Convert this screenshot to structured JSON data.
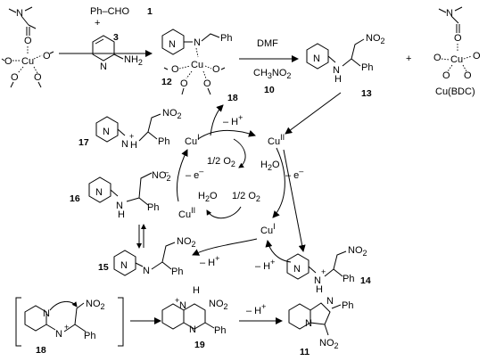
{
  "reagents": {
    "benzaldehyde": "Ph–CHO",
    "plus": "+",
    "benzaldehyde_num": "1",
    "aminopyridine_num": "3",
    "nh2": "NH",
    "nh2_sub": "2"
  },
  "conditions": {
    "dmf": "DMF",
    "nitromethane": "CH",
    "nitromethane_sub": "3",
    "nitromethane_tail": "NO",
    "nitromethane_tail_sub": "2",
    "nitromethane_num": "10"
  },
  "compounds": {
    "c12": "12",
    "c13": "13",
    "c14": "14",
    "c15": "15",
    "c16": "16",
    "c17": "17",
    "c18": "18",
    "c18b": "18",
    "c19": "19",
    "c11": "11",
    "cu_bdc": "Cu(BDC)"
  },
  "atoms": {
    "N": "N",
    "O": "O",
    "Cu": "Cu",
    "H": "H",
    "Ph": "Ph",
    "NO2": "NO",
    "sub2": "2"
  },
  "cycle": {
    "minus_h": "– H",
    "minus_e": "– e",
    "plus_sup": "+",
    "minus_sup": "–",
    "half_o2": "1/2 O",
    "h2o": "H",
    "h2o_tail": "O",
    "cu_i": "Cu",
    "cu_i_sup": "I",
    "cu_ii_sup": "II",
    "plus_sign": "+"
  }
}
